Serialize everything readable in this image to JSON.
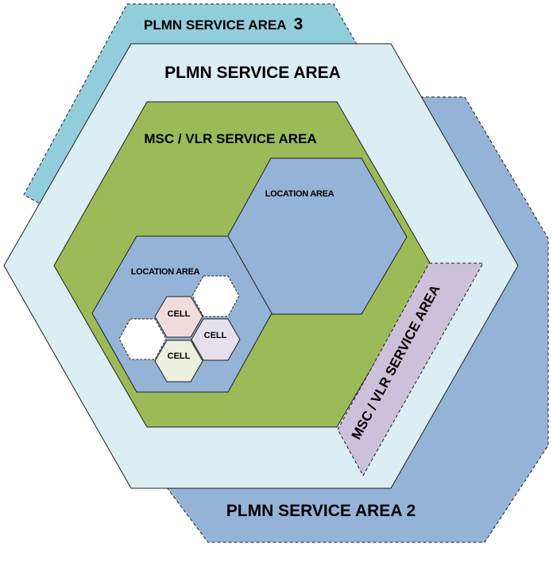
{
  "labels": {
    "plmn3": "PLMN SERVICE AREA",
    "plmn3_num": "3",
    "plmn_main": "PLMN SERVICE AREA",
    "plmn2": "PLMN SERVICE AREA 2",
    "msc_main": "MSC / VLR SERVICE AREA",
    "msc_side": "MSC / VLR SERVICE AREA",
    "location_area_1": "LOCATION AREA",
    "location_area_2": "LOCATION AREA",
    "cell_top": "CELL",
    "cell_right": "CELL",
    "cell_bottom": "CELL"
  },
  "colors": {
    "plmn3_fill": "#92cddc",
    "plmn2_fill": "#95b3d7",
    "plmn_main_fill": "#dbeef4",
    "msc_fill": "#9bbb59",
    "location_fill": "#95b3d7",
    "msc_side_fill": "#ccc0da",
    "cell_top_fill": "#f2dcdb",
    "cell_right_fill": "#e5e0ec",
    "cell_bottom_fill": "#ebf1de",
    "cell_empty_fill": "#ffffff",
    "stroke": "#1f1f1f"
  }
}
